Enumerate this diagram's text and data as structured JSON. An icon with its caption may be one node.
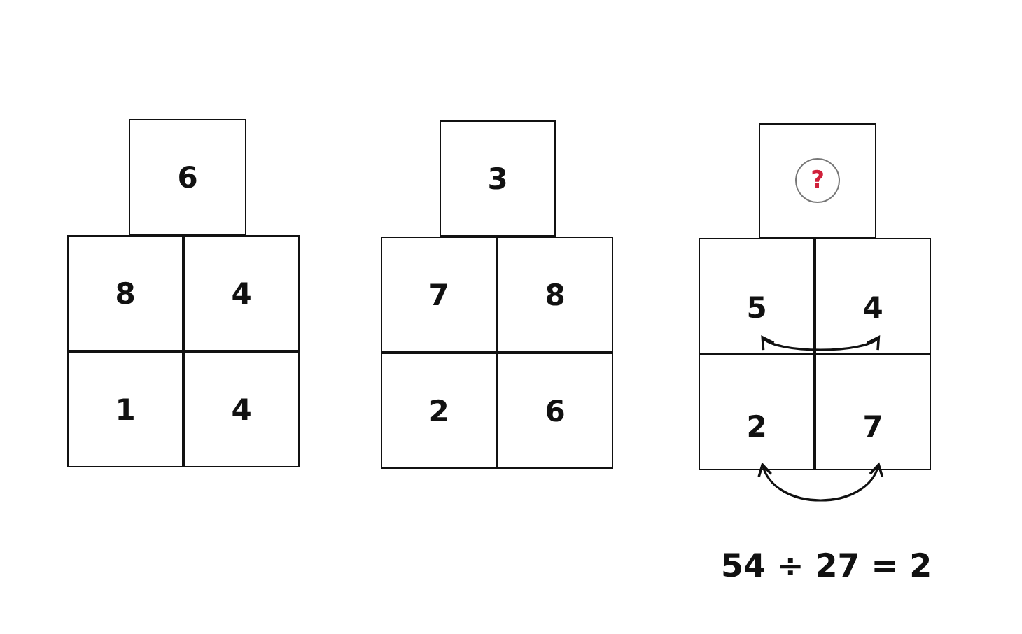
{
  "diagram": {
    "nodes": [
      {
        "text": [
          "6"
        ]
      },
      {
        "text": [
          "8"
        ]
      },
      {
        "text": [
          "4"
        ]
      },
      {
        "text": [
          "1"
        ]
      },
      {
        "text": [
          "4"
        ]
      },
      {
        "text": [
          "3"
        ]
      },
      {
        "text": [
          "7"
        ]
      },
      {
        "text": [
          "8"
        ]
      },
      {
        "text": [
          "2"
        ]
      },
      {
        "text": [
          "6"
        ]
      },
      {
        "text": [
          "?"
        ]
      },
      {
        "text": [
          "5"
        ]
      },
      {
        "text": [
          "4"
        ]
      },
      {
        "text": [
          "2"
        ]
      },
      {
        "text": [
          "7"
        ]
      }
    ],
    "edges": [
      {
        "from": 11,
        "to": 12,
        "arrow": "both"
      },
      {
        "from": 13,
        "to": 14,
        "arrow": "both"
      }
    ],
    "labels": [
      "54 ÷ 27 = 2"
    ]
  }
}
